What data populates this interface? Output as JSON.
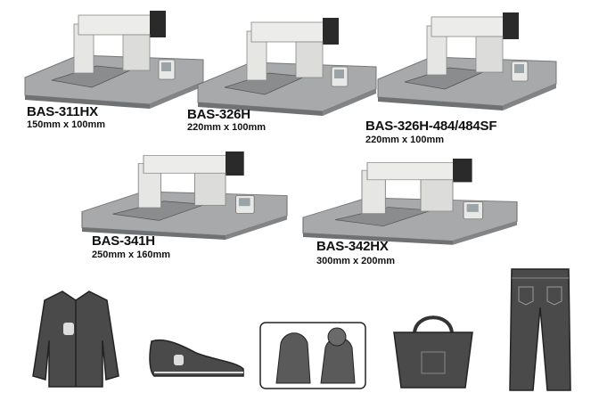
{
  "machines": [
    {
      "model": "BAS-311HX",
      "sewing_area": "150mm x 100mm"
    },
    {
      "model": "BAS-326H",
      "sewing_area": "220mm x 100mm"
    },
    {
      "model": "BAS-326H-484/484SF",
      "sewing_area": "220mm x 100mm"
    },
    {
      "model": "BAS-341H",
      "sewing_area": "250mm x 160mm"
    },
    {
      "model": "BAS-342HX",
      "sewing_area": "300mm x 200mm"
    }
  ],
  "applications": [
    "jacket",
    "sneaker",
    "car-seat",
    "tote-bag",
    "jeans"
  ],
  "colors": {
    "text": "#111111",
    "table": "#9a9c9e",
    "machine": "#e2e2e0",
    "product": "#4a4a4a"
  }
}
